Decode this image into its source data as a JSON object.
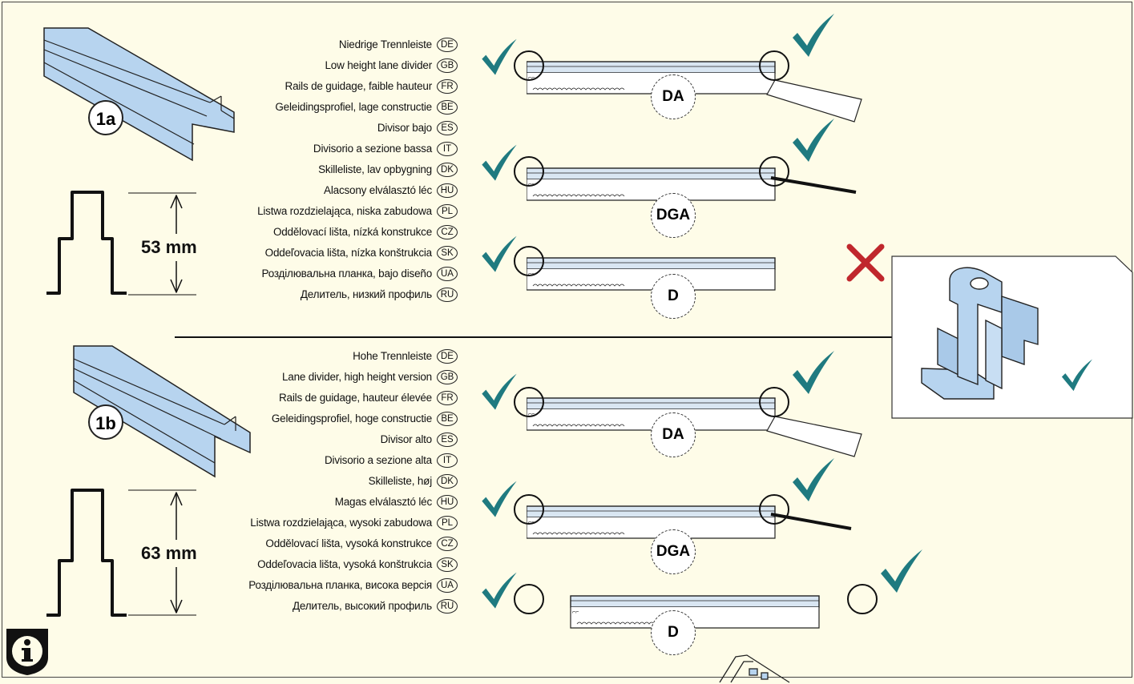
{
  "colors": {
    "background": "#fefce8",
    "check": "#1f7a80",
    "cross": "#c0272d",
    "profile_blue": "#b7d4ef"
  },
  "section_a": {
    "badge": "1a",
    "dimension": "53 mm",
    "labels": [
      {
        "text": "Niedrige Trennleiste",
        "code": "DE"
      },
      {
        "text": "Low height lane divider",
        "code": "GB"
      },
      {
        "text": "Rails de guidage, faible hauteur",
        "code": "FR"
      },
      {
        "text": "Geleidingsprofiel, lage constructie",
        "code": "BE"
      },
      {
        "text": "Divisor bajo",
        "code": "ES"
      },
      {
        "text": "Divisorio a sezione bassa",
        "code": "IT"
      },
      {
        "text": "Skilleliste, lav opbygning",
        "code": "DK"
      },
      {
        "text": "Alacsony elválasztó léc",
        "code": "HU"
      },
      {
        "text": "Listwa rozdzielająca, niska zabudowa",
        "code": "PL"
      },
      {
        "text": "Oddělovací lišta, nízká konstrukce",
        "code": "CZ"
      },
      {
        "text": "Oddeľovacia lišta, nízka konštrukcia",
        "code": "SK"
      },
      {
        "text": "Розділювальна планка, bajo diseño",
        "code": "UA"
      },
      {
        "text": "Делитель, низкий профиль",
        "code": "RU"
      }
    ],
    "variants": [
      "DA",
      "DGA",
      "D"
    ]
  },
  "section_b": {
    "badge": "1b",
    "dimension": "63 mm",
    "labels": [
      {
        "text": "Hohe Trennleiste",
        "code": "DE"
      },
      {
        "text": "Lane divider, high height version",
        "code": "GB"
      },
      {
        "text": "Rails de guidage, hauteur élevée",
        "code": "FR"
      },
      {
        "text": "Geleidingsprofiel, hoge constructie",
        "code": "BE"
      },
      {
        "text": "Divisor alto",
        "code": "ES"
      },
      {
        "text": "Divisorio a sezione alta",
        "code": "IT"
      },
      {
        "text": "Skilleliste, høj",
        "code": "DK"
      },
      {
        "text": "Magas elválasztó léc",
        "code": "HU"
      },
      {
        "text": "Listwa rozdzielająca, wysoki zabudowa",
        "code": "PL"
      },
      {
        "text": "Oddělovací lišta, vysoká konstrukce",
        "code": "CZ"
      },
      {
        "text": "Oddeľovacia lišta, vysoká konštrukcia",
        "code": "SK"
      },
      {
        "text": "Розділювальна планка, висока версія",
        "code": "UA"
      },
      {
        "text": "Делитель, высокий профиль",
        "code": "RU"
      }
    ],
    "variants": [
      "DA",
      "DGA",
      "D"
    ]
  },
  "info_icon": "info-icon"
}
